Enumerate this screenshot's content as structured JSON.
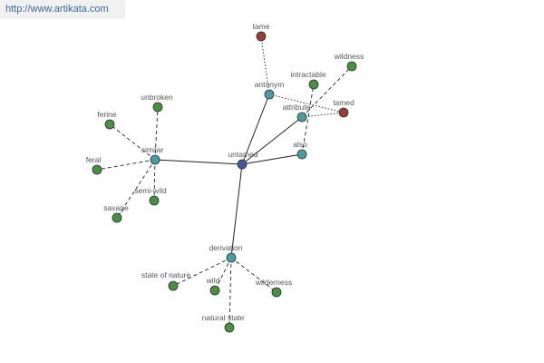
{
  "watermark": "http://www.artikata.com",
  "colors": {
    "center": "#4a55a0",
    "relation": "#4f9aa0",
    "word": "#4e8c48",
    "antonym_word": "#9a3a3a",
    "edge": "#222222"
  },
  "nodes": [
    {
      "id": "untamed",
      "label": "untamed",
      "kind": "center"
    },
    {
      "id": "antonym",
      "label": "antonym",
      "kind": "relation"
    },
    {
      "id": "attribute",
      "label": "attribute",
      "kind": "relation"
    },
    {
      "id": "also",
      "label": "also",
      "kind": "relation"
    },
    {
      "id": "similar",
      "label": "similar",
      "kind": "relation"
    },
    {
      "id": "derivation",
      "label": "derivation",
      "kind": "relation"
    },
    {
      "id": "tame",
      "label": "tame",
      "kind": "antonym_word"
    },
    {
      "id": "tamed",
      "label": "tamed",
      "kind": "antonym_word"
    },
    {
      "id": "wildness",
      "label": "wildness",
      "kind": "word"
    },
    {
      "id": "intractable",
      "label": "intractable",
      "kind": "word"
    },
    {
      "id": "unbroken",
      "label": "unbroken",
      "kind": "word"
    },
    {
      "id": "ferine",
      "label": "ferine",
      "kind": "word"
    },
    {
      "id": "feral",
      "label": "feral",
      "kind": "word"
    },
    {
      "id": "semi-wild",
      "label": "semi-wild",
      "kind": "word"
    },
    {
      "id": "savage",
      "label": "savage",
      "kind": "word"
    },
    {
      "id": "state-of-nature",
      "label": "state of nature",
      "kind": "word"
    },
    {
      "id": "wild",
      "label": "wild",
      "kind": "word"
    },
    {
      "id": "wilderness",
      "label": "wilderness",
      "kind": "word"
    },
    {
      "id": "natural-state",
      "label": "natural state",
      "kind": "word"
    }
  ],
  "edges": [
    {
      "from": "untamed",
      "to": "antonym",
      "style": "solid"
    },
    {
      "from": "untamed",
      "to": "attribute",
      "style": "solid"
    },
    {
      "from": "untamed",
      "to": "also",
      "style": "solid"
    },
    {
      "from": "untamed",
      "to": "similar",
      "style": "solid"
    },
    {
      "from": "untamed",
      "to": "derivation",
      "style": "solid"
    },
    {
      "from": "antonym",
      "to": "tame",
      "style": "dotted"
    },
    {
      "from": "antonym",
      "to": "tamed",
      "style": "dotted"
    },
    {
      "from": "attribute",
      "to": "wildness",
      "style": "dashed"
    },
    {
      "from": "attribute",
      "to": "tamed",
      "style": "dotted"
    },
    {
      "from": "also",
      "to": "intractable",
      "style": "dashed"
    },
    {
      "from": "similar",
      "to": "unbroken",
      "style": "dashed"
    },
    {
      "from": "similar",
      "to": "ferine",
      "style": "dashed"
    },
    {
      "from": "similar",
      "to": "feral",
      "style": "dashed"
    },
    {
      "from": "similar",
      "to": "semi-wild",
      "style": "dashed"
    },
    {
      "from": "similar",
      "to": "savage",
      "style": "dashed"
    },
    {
      "from": "derivation",
      "to": "state-of-nature",
      "style": "dashed"
    },
    {
      "from": "derivation",
      "to": "wild",
      "style": "dashed"
    },
    {
      "from": "derivation",
      "to": "wilderness",
      "style": "dashed"
    },
    {
      "from": "derivation",
      "to": "natural-state",
      "style": "dashed"
    }
  ]
}
